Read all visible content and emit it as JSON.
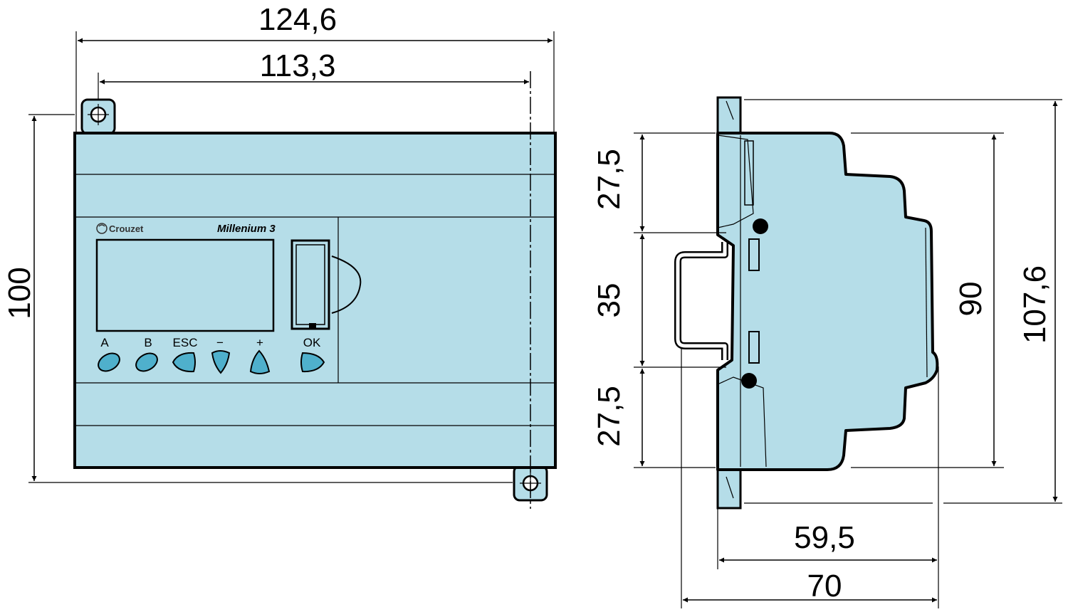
{
  "front_view": {
    "brand": "Crouzet",
    "model": "Millenium 3",
    "buttons": [
      {
        "label": "A"
      },
      {
        "label": "B"
      },
      {
        "label": "ESC"
      },
      {
        "label": "−"
      },
      {
        "label": "+"
      },
      {
        "label": "OK"
      }
    ],
    "dimensions": {
      "overall_width": "124,6",
      "mount_width": "113,3",
      "height": "100"
    }
  },
  "side_view": {
    "dimensions": {
      "top_segment": "27,5",
      "rail_segment": "35",
      "bottom_segment": "27,5",
      "body_height": "90",
      "overall_height": "107,6",
      "depth_front": "59,5",
      "depth_total": "70"
    }
  },
  "colors": {
    "body": "#b5dde8",
    "buttons": "#4fb0cc",
    "outline": "#000000"
  }
}
